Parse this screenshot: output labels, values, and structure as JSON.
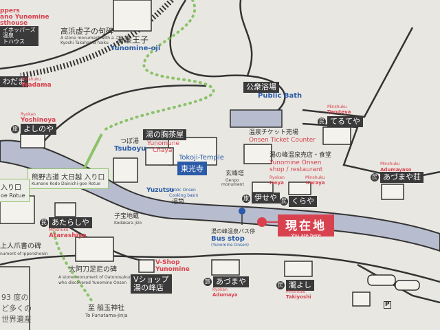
{
  "colors": {
    "background": "#e8e7e1",
    "river": "#b8bccf",
    "trail": "#8cc26a",
    "label_red": "#d8424f",
    "label_blue": "#2b5ba8",
    "label_box": "#3a3a3a"
  },
  "hopper": {
    "en": [
      "ppers",
      "ano Yunomine",
      "sthouse"
    ],
    "jp": [
      "イホッパーズ",
      "温泉",
      "トハウス"
    ]
  },
  "kyoshi": {
    "jp": "高浜虚子の句碑",
    "en1": "A stone monument with a",
    "en2": "Kyoshi Takahama haiku"
  },
  "oji": {
    "jp": "湯峯王子",
    "en": "Yunomine-oji"
  },
  "wadama": {
    "jp": "わだま",
    "type": "Minshuku",
    "en": "Wadama"
  },
  "yoshinoya": {
    "type": "Ryokan",
    "en": "Yoshinoya",
    "badge": "旅",
    "jp": "よしのや"
  },
  "kumano": {
    "jp": "熊野古道 大日越 入り口",
    "en": "Kumano Kodo Dainichi-goe Rotue"
  },
  "kumano_left": {
    "jp": "入り口",
    "en": "oe Rotue"
  },
  "tsuboyu": {
    "jp": "つぼ湯",
    "en": "Tsuboyu"
  },
  "chaya": {
    "jp": "湯の胸茶屋",
    "en1": "Yunomune",
    "en2": "Chaya"
  },
  "tokoji": {
    "en": "Tokoji-Temple",
    "jp": "東光寺"
  },
  "genpo": {
    "jp": "玄峰塔",
    "en1": "Genpo",
    "en2": "monument"
  },
  "yuzutsu": {
    "en": "Yuzutsu",
    "desc1": "Public Onsen",
    "desc2": "Cooking basin",
    "jp": "湯筒"
  },
  "kodakara": {
    "jp": "子宝地蔵",
    "en": "Kodakara jizo"
  },
  "atarashiya": {
    "badge": "民",
    "jp": "あたらしや",
    "type": "Minshuku",
    "en": "Atarashiya"
  },
  "ippen": {
    "jp": "上人爪書の碑",
    "en": "nument of Ippenshonin"
  },
  "oatono": {
    "jp": "大阿刀足尼の碑",
    "en1": "A stone monument of Oatonosukune",
    "en2": "who discovered Yunomine Onsen"
  },
  "funatama": {
    "jp": "至 船玉神社",
    "en": "To Funatama-jinja"
  },
  "info_box": {
    "lines": [
      "93 度の",
      "ど多くの",
      "世界遺産"
    ]
  },
  "vshop": {
    "en1": "V-Shop",
    "en2": "Yunomine",
    "jp1": "Vショップ",
    "jp2": "湯の峰店"
  },
  "bath": {
    "jp": "公衆浴場",
    "en": "Public Bath"
  },
  "ticket": {
    "jp": "温泉チケット売場",
    "en": "Onsen Ticket Counter"
  },
  "shop": {
    "jp": "湯の峰温泉売店・食堂",
    "en1": "Yunomine Onsen",
    "en2": "shop / restaurant"
  },
  "iseya": {
    "type": "Ryokan",
    "en": "Iseya",
    "badge": "旅",
    "jp": "伊せや"
  },
  "kuraya": {
    "type": "Minshuku",
    "en": "Kuraya",
    "badge": "民",
    "jp": "くらや"
  },
  "teruteya": {
    "type": "Minshuku",
    "en": "Teruteya",
    "badge": "民",
    "jp": "てるてや"
  },
  "adumayaso": {
    "type": "Minshuku",
    "en": "Adumayaso",
    "badge": "民",
    "jp": "あづまや荘"
  },
  "busstop": {
    "jp": "湯の峰温泉バス停",
    "en": "Bus stop",
    "sub": "(Yunomine Onsen)"
  },
  "here": {
    "jp": "現在地",
    "en": "You are here"
  },
  "adumaya": {
    "badge": "旅",
    "jp": "あづまや",
    "type": "Ryokan",
    "en": "Adumaya"
  },
  "takiyoshi": {
    "badge": "民",
    "jp": "瀧よし",
    "type": "Minshuku",
    "en": "Takiyoshi"
  },
  "parking": {
    "label": "P"
  }
}
